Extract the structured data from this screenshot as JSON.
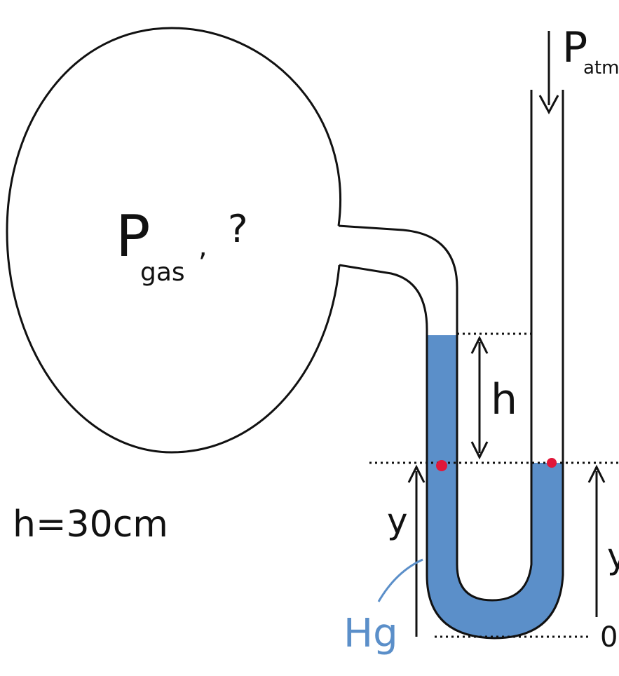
{
  "diagram": {
    "gas_pressure": {
      "symbol": "P",
      "subscript": "gas",
      "operator": ",",
      "value": "?"
    },
    "atmospheric_pressure": {
      "symbol": "P",
      "subscript": "atm"
    },
    "height_difference": {
      "symbol": "h"
    },
    "given": {
      "text": "h=30cm"
    },
    "left_height": {
      "symbol": "y"
    },
    "right_height": {
      "symbol": "y"
    },
    "origin": {
      "text": "0"
    },
    "mercury": {
      "label": "Hg",
      "color": "#5b8fc9"
    },
    "markers": {
      "color": "#e0173a"
    }
  }
}
